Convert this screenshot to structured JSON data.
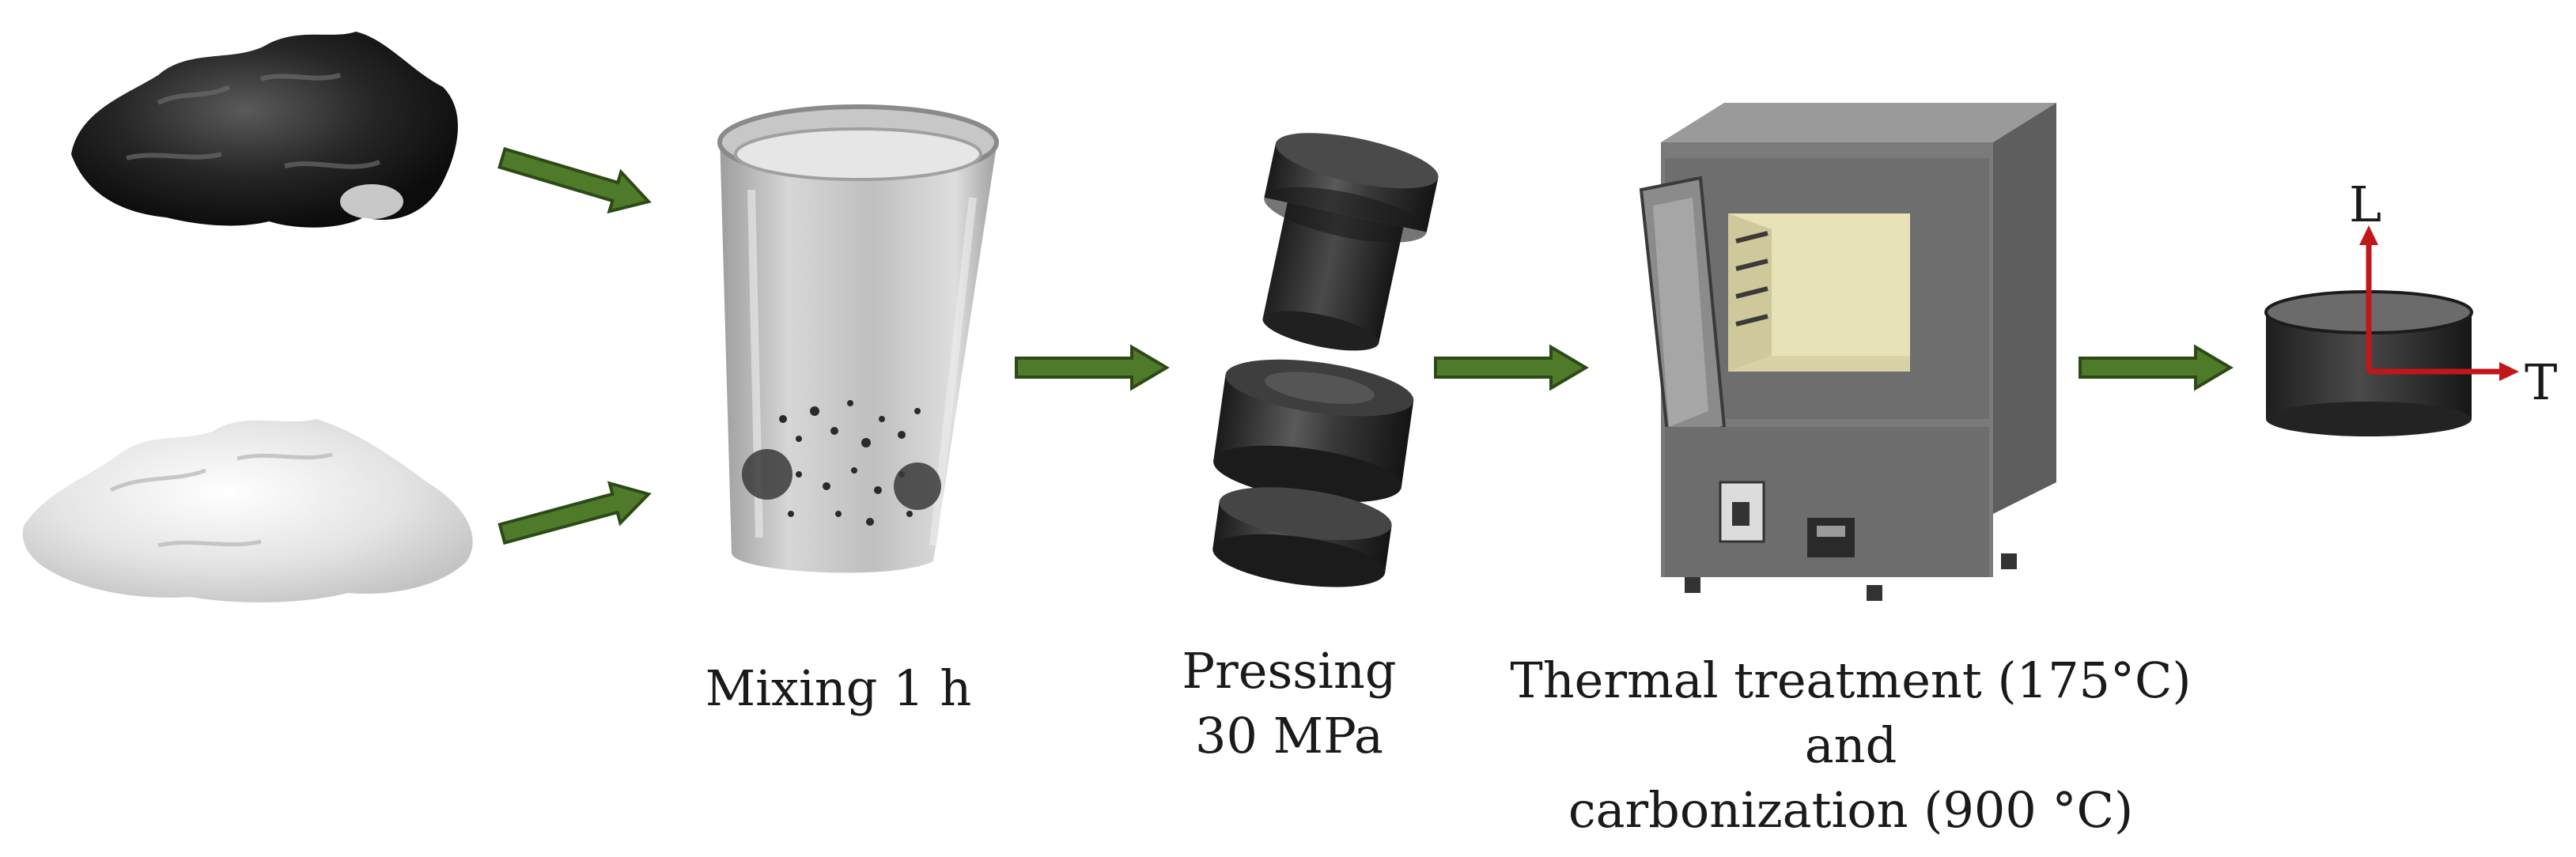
{
  "colors": {
    "arrow": "#4f7a2a",
    "arrow_edge": "#2c4a16",
    "axis_arrow": "#c0171b",
    "coal": "#1c1c1c",
    "powder": "#dcdcdc",
    "jar": "#a9a9a9",
    "die": "#2b2b2b",
    "furnace_body": "#7d7d7d",
    "furnace_interior": "#ece6bf"
  },
  "steps": {
    "mixing": {
      "label": "Mixing 1 h"
    },
    "pressing": {
      "line1": "Pressing",
      "line2": "30 MPa"
    },
    "thermal": {
      "line1": "Thermal treatment (175°C)",
      "line2": "and",
      "line3": "carbonization (900 °C)"
    }
  },
  "sample": {
    "axis_longitudinal": "L",
    "axis_transverse": "T"
  }
}
